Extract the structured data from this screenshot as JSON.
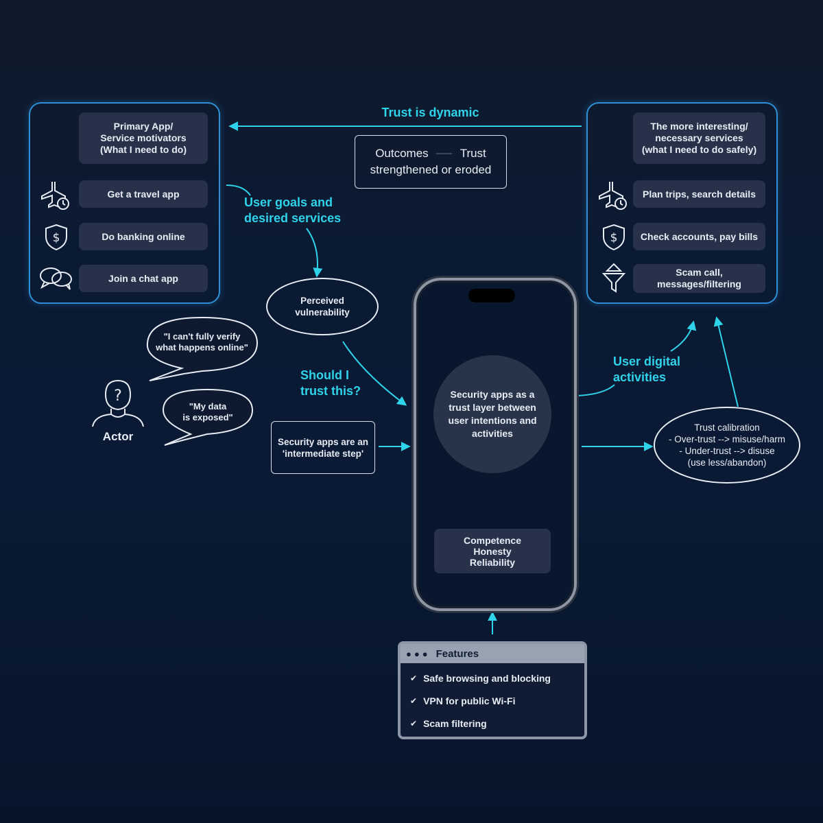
{
  "colors": {
    "accent": "#2fd3ea",
    "panel_border": "#2f8fd8",
    "chip_bg": "#27324a"
  },
  "left_panel": {
    "header": "Primary App/\nService motivators\n(What I need to do)",
    "items": [
      {
        "icon": "airplane-clock-icon",
        "label": "Get a travel app"
      },
      {
        "icon": "dollar-shield-icon",
        "label": "Do banking online"
      },
      {
        "icon": "chat-bubbles-icon",
        "label": "Join a chat app"
      }
    ]
  },
  "right_panel": {
    "header": "The more interesting/\nnecessary services\n(what I need to do safely)",
    "items": [
      {
        "icon": "airplane-clock-icon",
        "label": "Plan trips, search details"
      },
      {
        "icon": "dollar-shield-icon",
        "label": "Check accounts, pay bills"
      },
      {
        "icon": "filter-funnel-icon",
        "label": "Scam call,\nmessages/filtering"
      }
    ]
  },
  "top": {
    "trust_dynamic": "Trust is dynamic",
    "outcomes_line1": "Outcomes",
    "outcomes_trust": "Trust",
    "outcomes_line2": "strengthened or eroded"
  },
  "labels": {
    "user_goals": "User goals and\ndesired services",
    "should_trust": "Should I\ntrust this?",
    "user_digital": "User digital\nactivities"
  },
  "ovals": {
    "vulnerability": "Perceived\nvulnerability",
    "calibration": "Trust calibration\n- Over-trust --> misuse/harm\n- Under-trust --> disuse\n(use less/abandon)"
  },
  "actor": {
    "label": "Actor",
    "quote1": "\"I can't fully verify\nwhat happens online\"",
    "quote2": "\"My data\nis exposed\""
  },
  "intermediate": "Security apps are an\n'intermediate step'",
  "phone": {
    "center": "Security apps as a\ntrust layer between\nuser intentions and\nactivities",
    "qualities": "Competence\nHonesty\nReliability"
  },
  "features": {
    "title": "Features",
    "items": [
      "Safe browsing and blocking",
      "VPN for public Wi-Fi",
      "Scam filtering"
    ]
  }
}
